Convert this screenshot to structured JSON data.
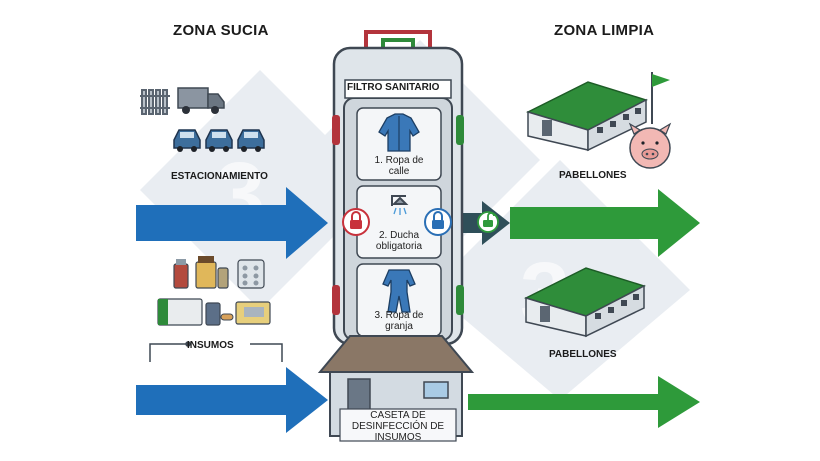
{
  "zones": {
    "dirty_title": "ZONA SUCIA",
    "clean_title": "ZONA LIMPIA"
  },
  "labels": {
    "parking": "ESTACIONAMIENTO",
    "supplies": "INSUMOS",
    "barns_top": "PABELLONES",
    "barns_bottom": "PABELLONES"
  },
  "filter": {
    "title": "FILTRO SANITARIO",
    "steps": [
      {
        "line1": "1. Ropa de",
        "line2": "calle"
      },
      {
        "line1": "2. Ducha",
        "line2": "obligatoria"
      },
      {
        "line1": "3. Ropa de",
        "line2": "granja"
      }
    ]
  },
  "disinfection_hut": {
    "line1": "CASETA DE",
    "line2": "DESINFECCIÓN DE",
    "line3": "INSUMOS"
  },
  "colors": {
    "dirty_arrow": "#1f6fba",
    "clean_arrow": "#2e9a3a",
    "lock_red": "#c8323c",
    "lock_blue": "#2a6fb5",
    "lock_green": "#2f9a3c"
  },
  "icons": [
    "fence-icon",
    "truck-icon",
    "car-icon",
    "barn-icon",
    "flag-icon",
    "pig-icon",
    "jacket-icon",
    "shower-icon",
    "coverall-icon",
    "padlock-locked-icon",
    "padlock-open-icon",
    "medicine-icon",
    "house-icon"
  ]
}
